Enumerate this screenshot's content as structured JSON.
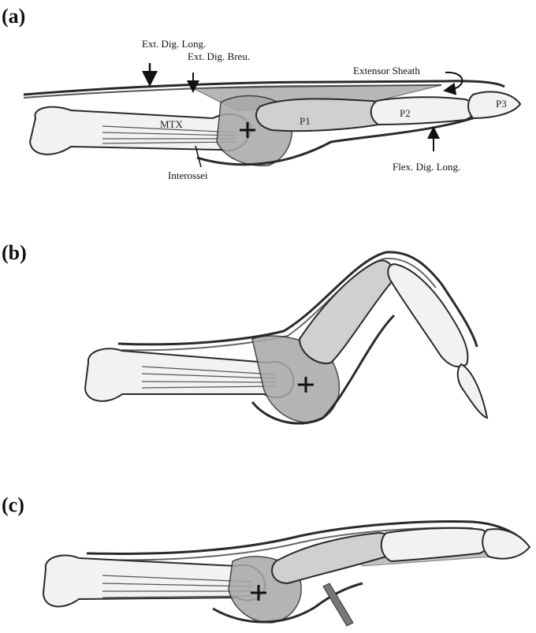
{
  "panels": {
    "a": {
      "label": "(a)"
    },
    "b": {
      "label": "(b)"
    },
    "c": {
      "label": "(c)"
    }
  },
  "annotations": {
    "ext_dig_long": "Ext. Dig. Long.",
    "ext_dig_breu": "Ext. Dig. Breu.",
    "extensor_sheath": "Extensor Sheath",
    "mtx": "MTX",
    "p1": "P1",
    "p2": "P2",
    "p3": "P3",
    "interossei": "Interossei",
    "flex_dig_long": "Flex. Dig. Long."
  },
  "colors": {
    "bone": "#f2f2f2",
    "outline": "#2a2a2a",
    "tendon": "#555555",
    "shade": "#9a9a9a"
  }
}
